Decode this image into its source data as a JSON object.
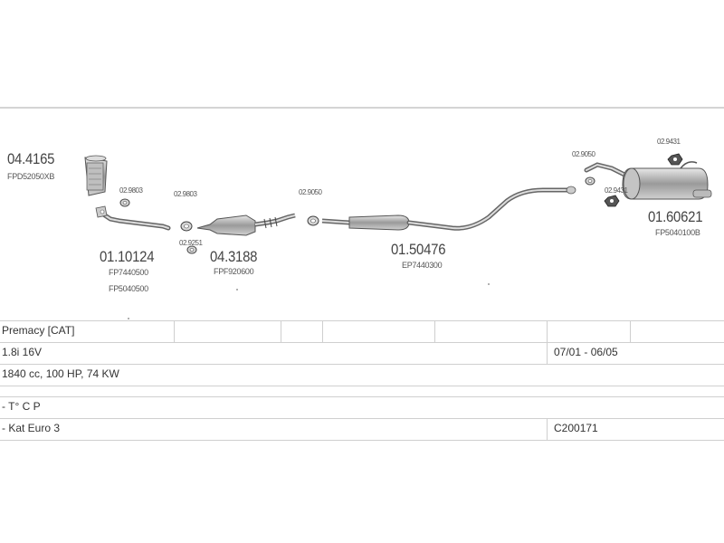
{
  "parts": [
    {
      "code": "04.4165",
      "ref": "FPD52050XB"
    },
    {
      "code": "01.10124",
      "refs": [
        "FP7440500",
        "FP5040500"
      ]
    },
    {
      "code": "04.3188",
      "ref": "FPF920600"
    },
    {
      "code": "01.50476",
      "ref": "EP7440300"
    },
    {
      "code": "01.60621",
      "ref": "FP5040100B"
    }
  ],
  "fittings": [
    "02.9803",
    "02.9803",
    "02.9251",
    "02.9050",
    "02.9050",
    "02.9431",
    "02.9431"
  ],
  "table": {
    "model": "Premacy  [CAT]",
    "engine": "1.8i 16V",
    "period": "07/01 - 06/05",
    "specs": "1840 cc, 100 HP, 74 KW",
    "option1": "- T° C P",
    "option2": "- Kat Euro 3",
    "code": "C200171"
  },
  "colors": {
    "line": "#8a8a8a",
    "part_fill": "#b8b8b8",
    "grid": "#cfcfcf"
  }
}
